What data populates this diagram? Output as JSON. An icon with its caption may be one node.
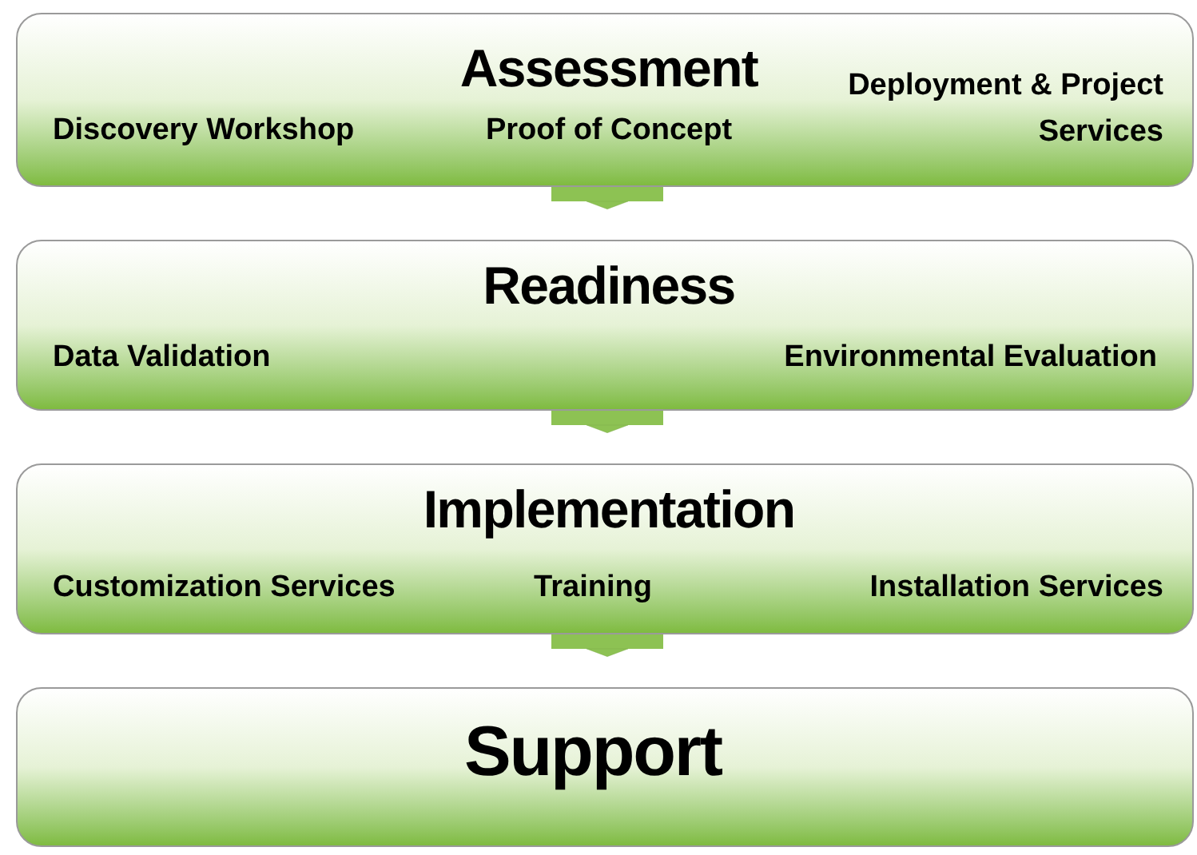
{
  "diagram": {
    "nodes": [
      {
        "text": [
          "Assessment",
          "Discovery Workshop",
          "Proof of Concept",
          "Deployment & Project Services"
        ]
      },
      {
        "text": [
          "Readiness",
          "Data Validation",
          "Environmental Evaluation"
        ]
      },
      {
        "text": [
          "Implementation",
          "Customization Services",
          "Training",
          "Installation Services"
        ]
      },
      {
        "text": [
          "Support"
        ]
      }
    ],
    "edges": [
      {
        "from": 0,
        "to": 1,
        "arrow": "to"
      },
      {
        "from": 1,
        "to": 2,
        "arrow": "to"
      },
      {
        "from": 2,
        "to": 3,
        "arrow": "to"
      }
    ]
  }
}
